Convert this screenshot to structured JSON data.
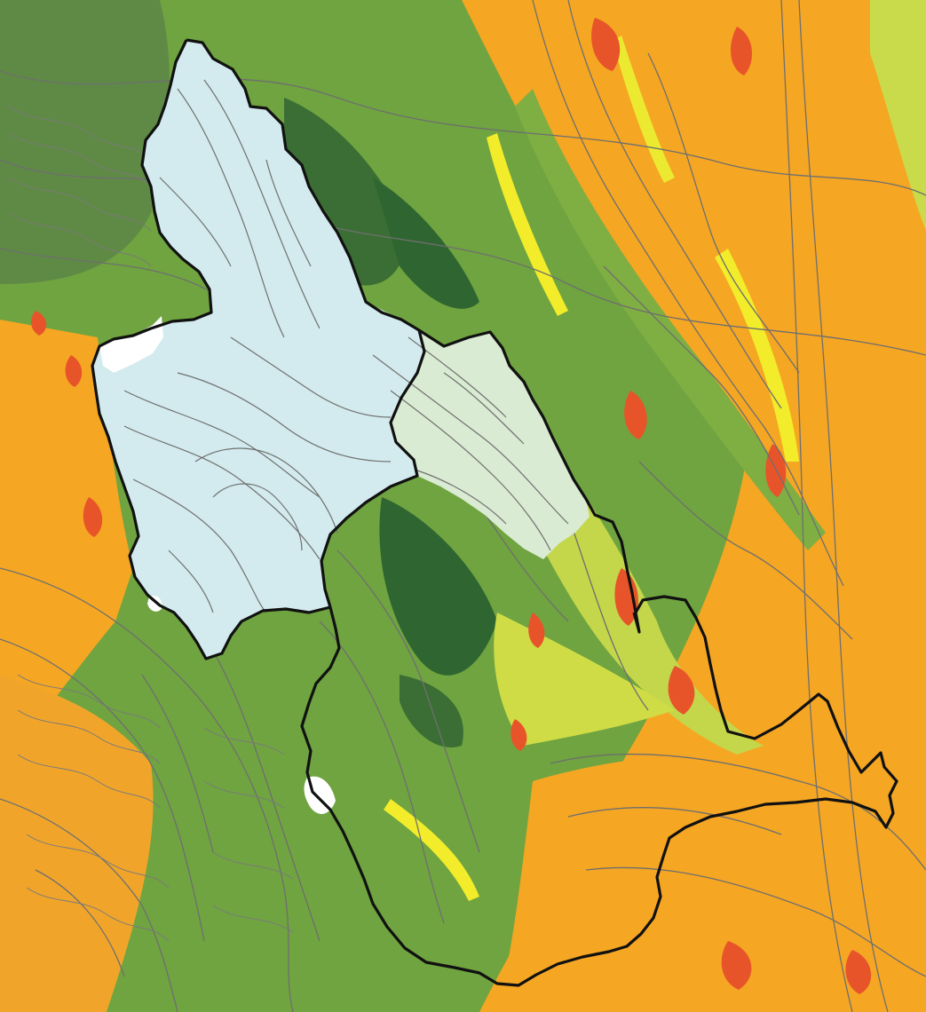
{
  "palette": {
    "orange": "#f5a623",
    "dark_orange": "#f08a1e",
    "red_orange": "#e8542a",
    "yellow": "#f2ec2a",
    "yellow_green": "#d4dc3c",
    "light_green": "#b2cc4a",
    "mid_green": "#7fae43",
    "green": "#5f9a3d",
    "dark_green": "#3b6e34",
    "deep_green": "#245a2c",
    "gray_line": "#6f6f6f",
    "pale_blue": "#d3ebee",
    "pale_green": "#d9ebd2",
    "white": "#ffffff",
    "boundary": "#111111"
  },
  "layers": [
    {
      "name": "landcover-base",
      "type": "polygon-mosaic"
    },
    {
      "name": "watershed-upper",
      "fill": "pale_blue"
    },
    {
      "name": "watershed-middle",
      "fill": "pale_green"
    },
    {
      "name": "watershed-lower",
      "fill": "none"
    },
    {
      "name": "watershed-boundary",
      "stroke": "boundary"
    }
  ]
}
